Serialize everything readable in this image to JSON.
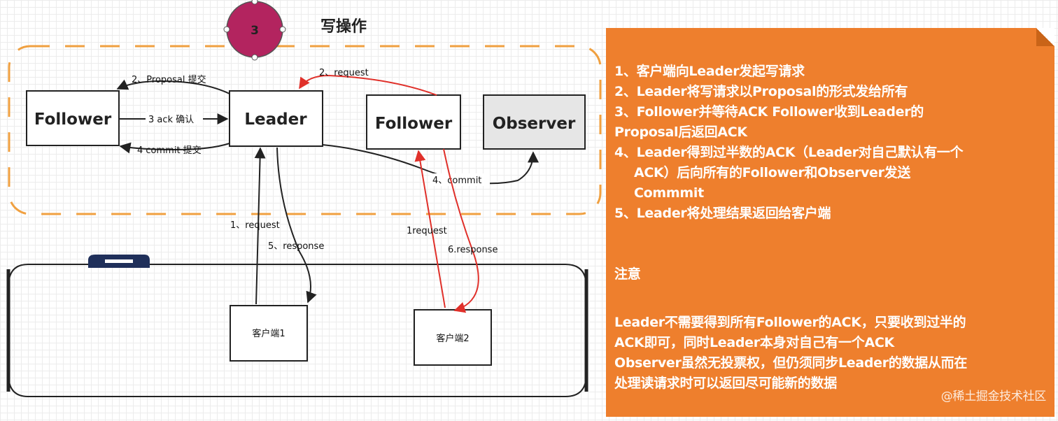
{
  "title": "写操作",
  "step_badge": "3",
  "nodes": {
    "follower_left": "Follower",
    "leader": "Leader",
    "follower_right": "Follower",
    "observer": "Observer",
    "client1": "客户端1",
    "client2": "客户端2"
  },
  "edges": {
    "proposal": "2、Proposal 提交",
    "ack": "3 ack 确认",
    "commit_left": "4 commit 提交",
    "request_red": "2、request",
    "commit_observer": "4、commit",
    "client1_request": "1、request",
    "client1_response": "5、response",
    "client2_request": "1request",
    "client2_response": "6.response"
  },
  "notes": {
    "steps": [
      "1、客户端向Leader发起写请求",
      "2、Leader将写请求以Proposal的形式发给所有",
      "3、Follower并等待ACK Follower收到Leader的",
      "Proposal后返回ACK",
      "4、Leader得到过半数的ACK（Leader对自己默认有一个",
      "ACK）后向所有的Follower和Observer发送",
      "Commmit",
      "5、Leader将处理结果返回给客户端"
    ],
    "heading": "注意",
    "body": [
      "Leader不需要得到所有Follower的ACK，只要收到过半的",
      "ACK即可，同时Leader本身对自己有一个ACK",
      "Observer虽然无投票权，但仍须同步Leader的数据从而在",
      "处理读请求时可以返回尽可能新的数据"
    ],
    "watermark": "@稀土掘金技术社区"
  },
  "colors": {
    "orange_panel": "#ee7f2d",
    "dashed_border": "#f0a040",
    "badge": "#b3245f",
    "red_arrow": "#e0302a",
    "observer_fill": "#e6e6e6"
  }
}
